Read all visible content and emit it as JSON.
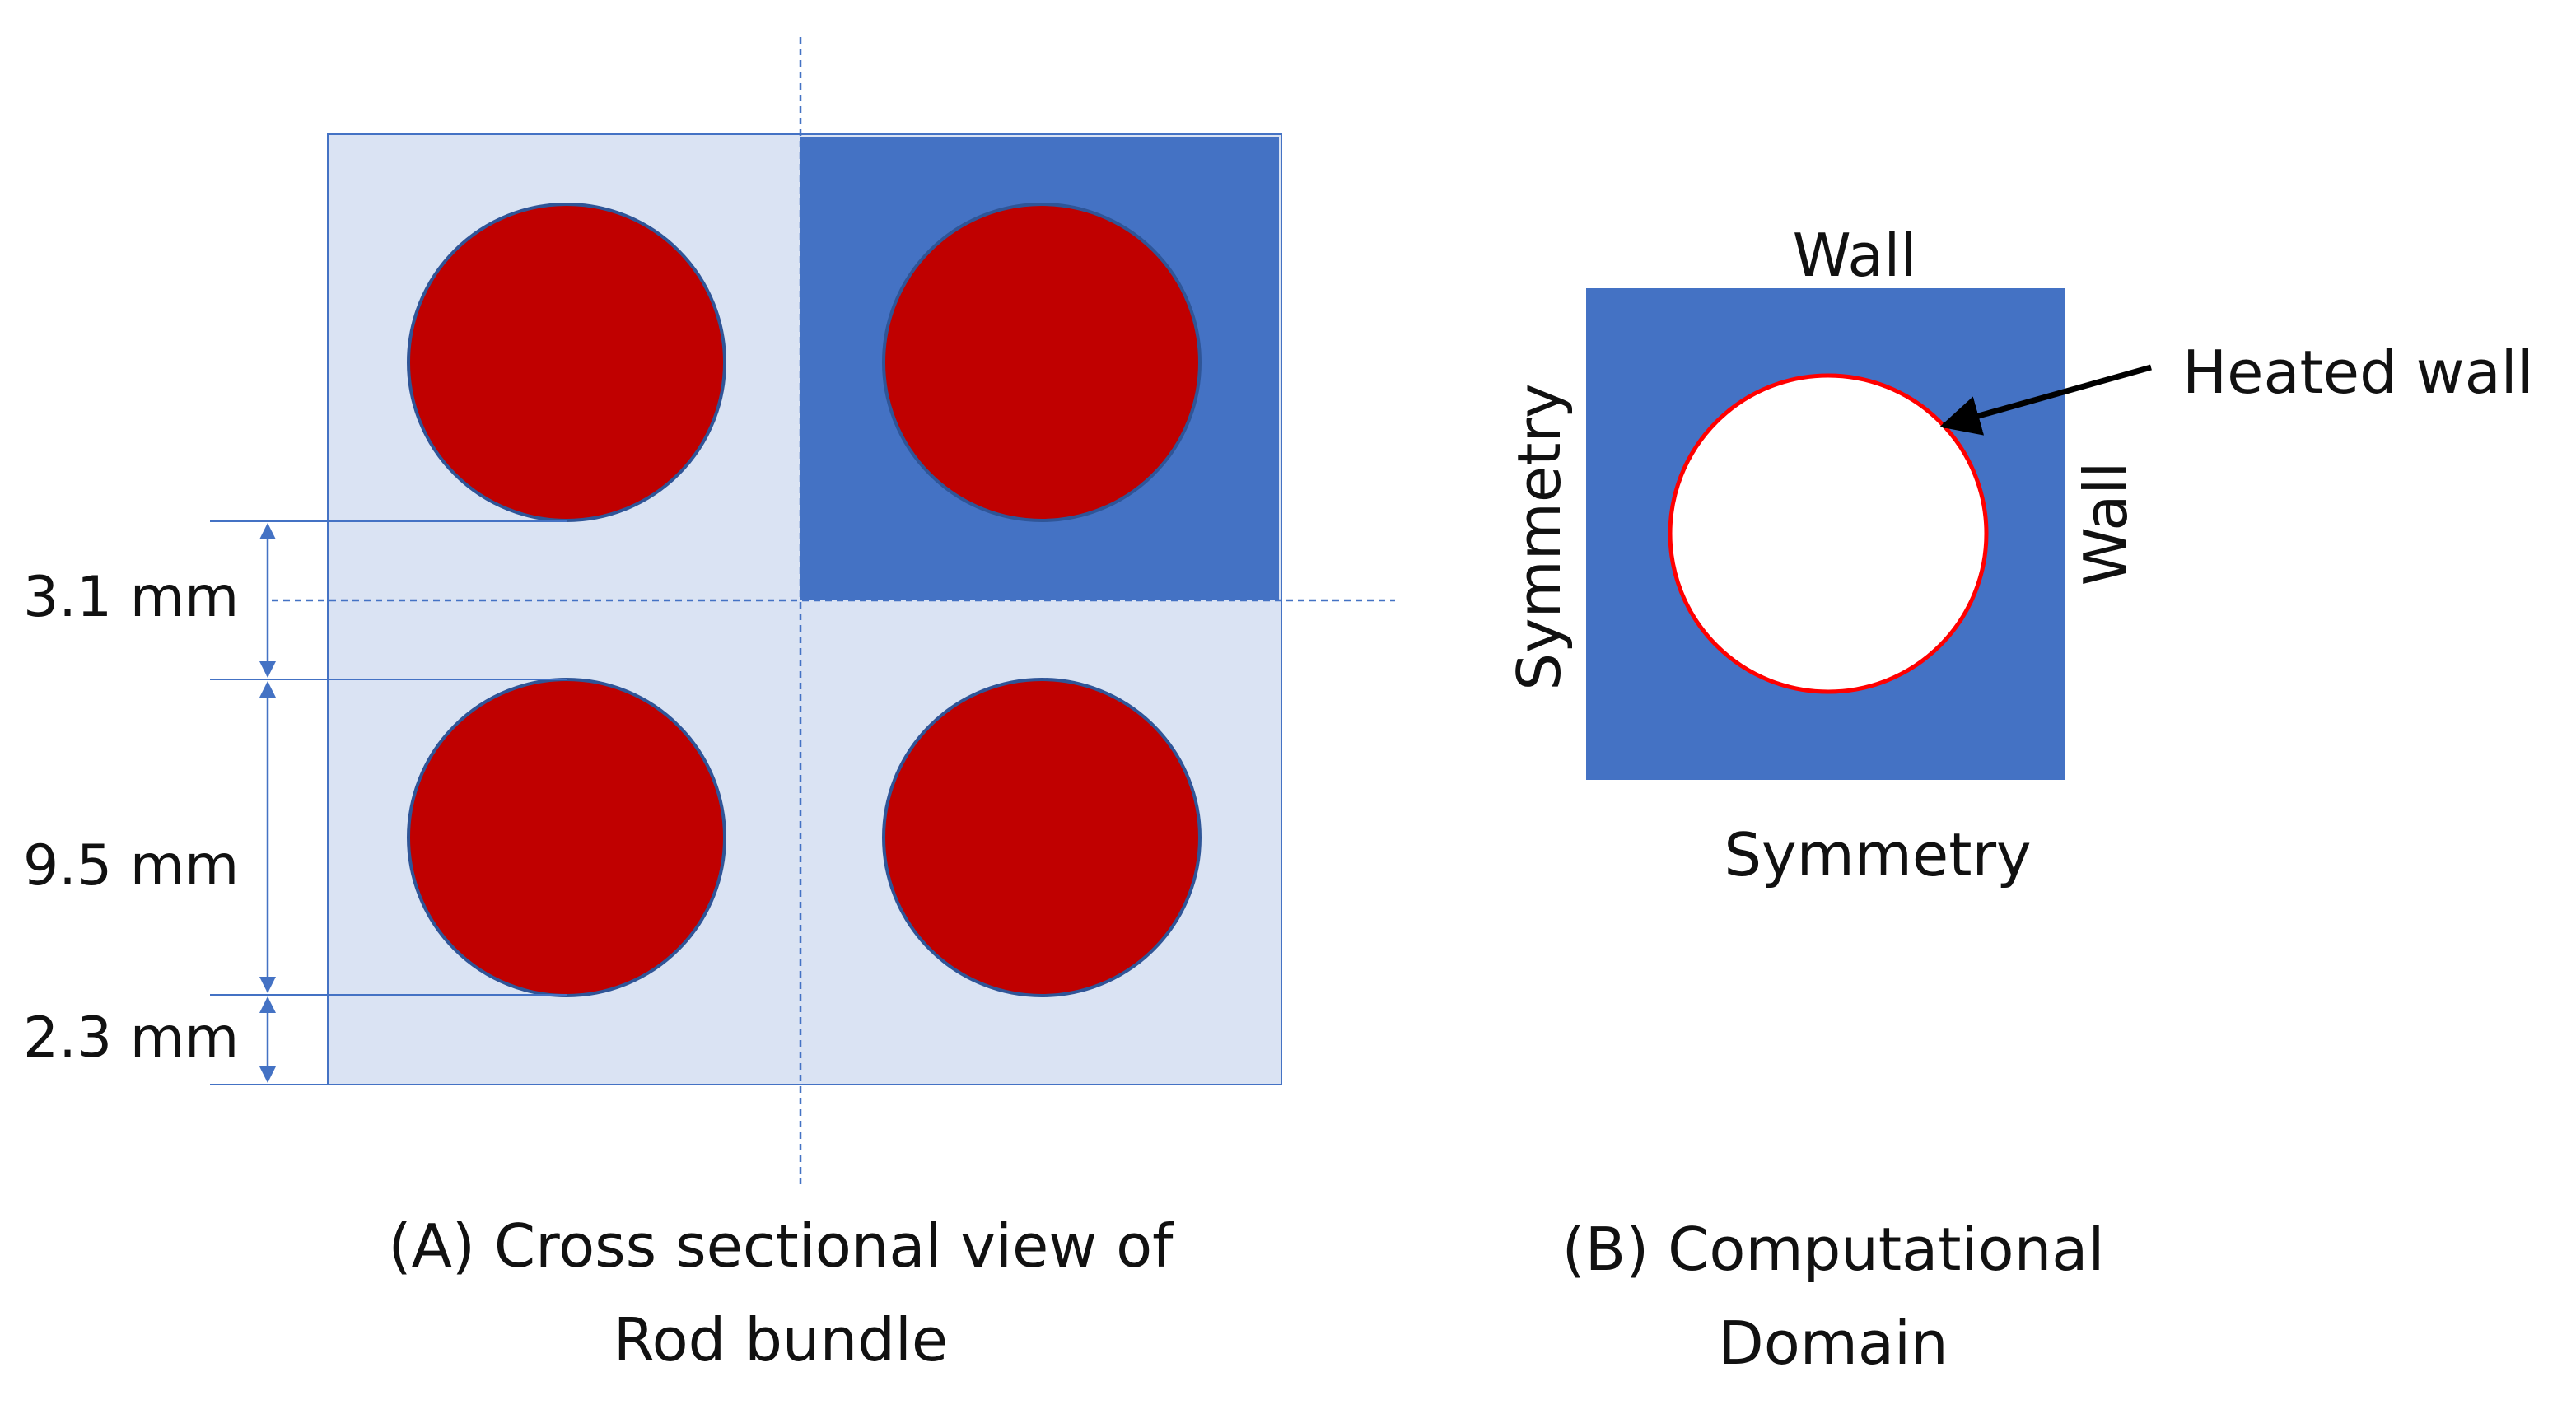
{
  "panel_a": {
    "dimensions": {
      "gap": "3.1 mm",
      "rod_diameter": "9.5 mm",
      "edge_gap": "2.3 mm"
    },
    "caption_line1": "(A) Cross sectional view of",
    "caption_line2": "Rod bundle"
  },
  "panel_b": {
    "labels": {
      "top": "Wall",
      "right": "Wall",
      "left": "Symmetry",
      "bottom": "Symmetry",
      "rod_surface": "Heated wall"
    },
    "caption_line1": "(B) Computational",
    "caption_line2": "Domain"
  },
  "colors": {
    "domain_fill": "#4472C4",
    "light_fill": "#DAE3F3",
    "rod_fill": "#C00000",
    "heated_wall_outline": "#FF0000",
    "dimension_line": "#4472C4"
  }
}
